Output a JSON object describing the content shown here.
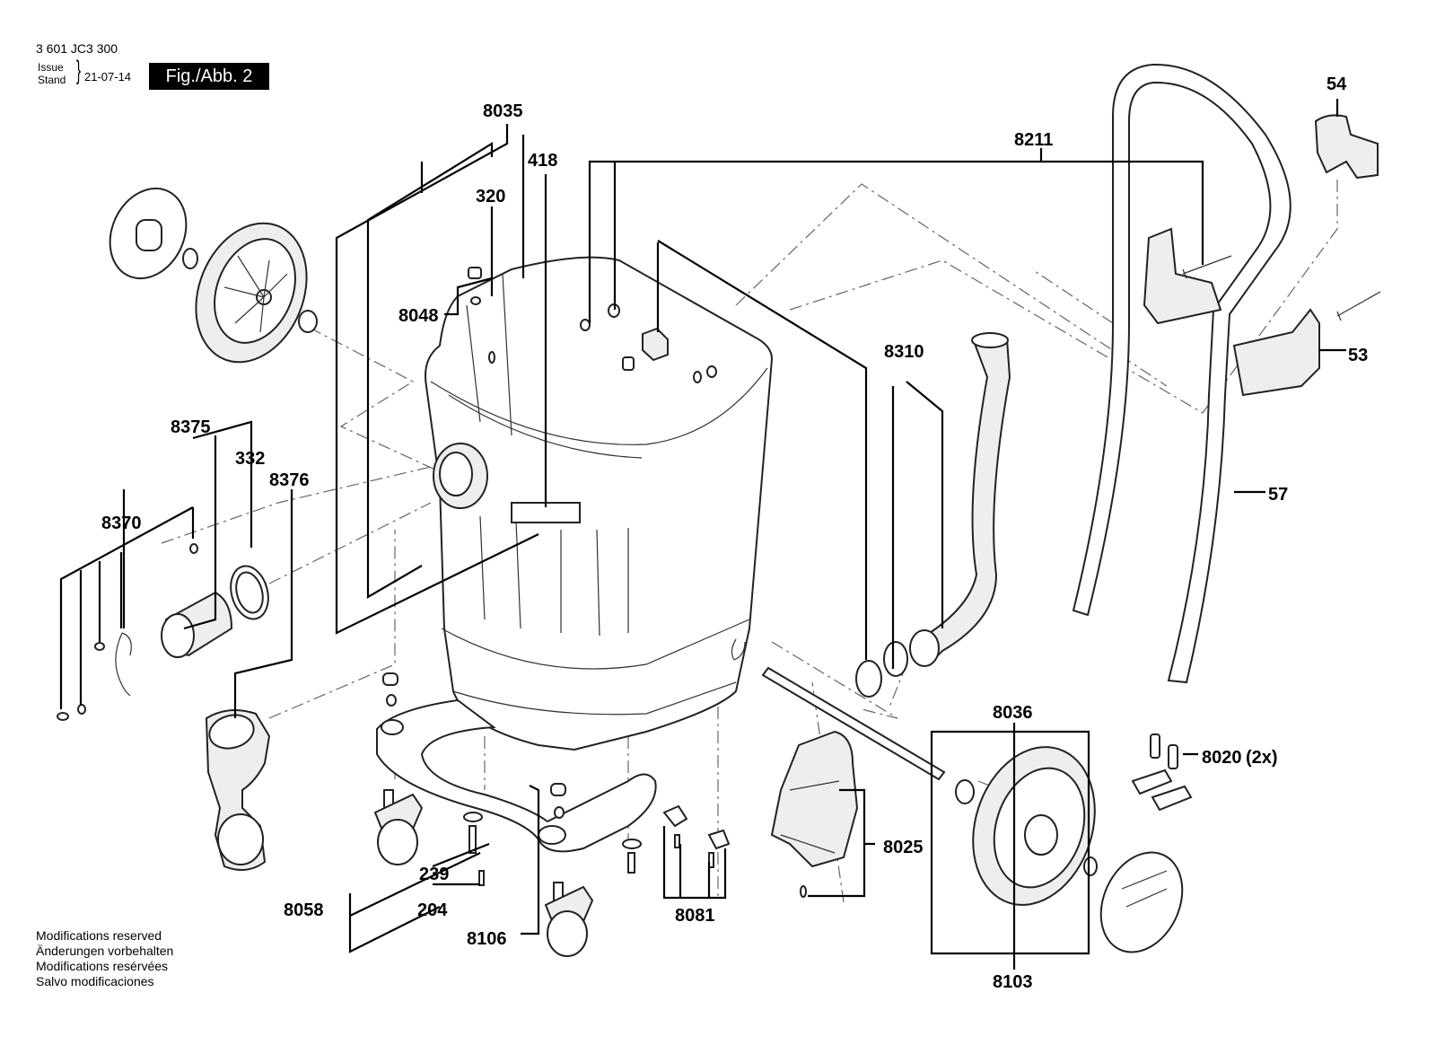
{
  "header": {
    "doc_number": "3 601 JC3 300",
    "issue_label": "Issue",
    "stand_label": "Stand",
    "date": "21-07-14",
    "figure_label": "Fig./Abb. 2"
  },
  "footer": {
    "lines": [
      "Modifications reserved",
      "Änderungen vorbehalten",
      "Modifications resérvées",
      "Salvo modificaciones"
    ]
  },
  "callouts": {
    "c8035": "8035",
    "c418": "418",
    "c320": "320",
    "c8048": "8048",
    "c8211": "8211",
    "c54": "54",
    "c53": "53",
    "c57": "57",
    "c8310": "8310",
    "c8375": "8375",
    "c332": "332",
    "c8376": "8376",
    "c8370": "8370",
    "c8036": "8036",
    "c8020": "8020",
    "c8020_qty": "(2x)",
    "c8025": "8025",
    "c239": "239",
    "c204": "204",
    "c8058": "8058",
    "c8106": "8106",
    "c8081": "8081",
    "c8103": "8103"
  },
  "parts": {
    "wheel_left": "wheel",
    "hub_cap_left": "hub-cap",
    "container": "dust-container",
    "handle": "push-handle",
    "hose": "hose-elbow",
    "wheel_right": "wheel",
    "hub_cap_right": "hub-cap",
    "axle": "axle",
    "caster_base": "caster-frame",
    "bracket": "bracket",
    "clamp": "handle-clamp",
    "holder": "handle-holder",
    "hose_socket": "hose-socket",
    "socket_clamp": "socket-clamp"
  }
}
